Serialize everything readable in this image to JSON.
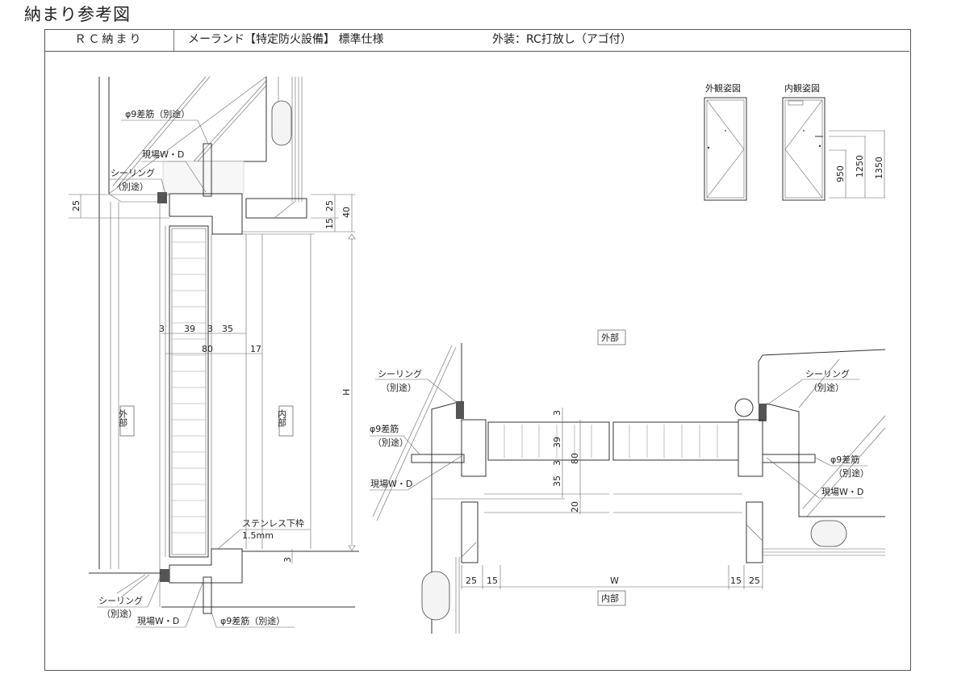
{
  "title": "納まり参考図",
  "header": {
    "col1": "ＲＣ納まり",
    "col2": "メーランド【特定防火設備】 標準仕様",
    "col3": "外装：RC打放し（アゴ付）"
  },
  "elevations": {
    "exterior_label": "外観姿図",
    "interior_label": "内観姿図",
    "dims": [
      "950",
      "1250",
      "1350"
    ]
  },
  "vertical_section": {
    "rebar_top": "φ9差筋（別途）",
    "wd_top": "現場W・D",
    "sealing_top": "シーリング",
    "sealing_top_sub": "（別途）",
    "dim_left_25": "25",
    "dim_right_25": "25",
    "dim_right_15": "15",
    "dim_right_40": "40",
    "dim_row1": [
      "3",
      "39",
      "3",
      "35"
    ],
    "dim_row2": [
      "80",
      "17"
    ],
    "dim_h": "H",
    "exterior": "外部",
    "interior": "内部",
    "sill_label": "ステンレス下枠",
    "sill_thickness": "1.5mm",
    "dim_sill_3": "3",
    "sealing_bottom": "シーリング",
    "sealing_bottom_sub": "（別途）",
    "wd_bottom": "現場W・D",
    "rebar_bottom": "φ9差筋（別途）"
  },
  "plan_section": {
    "exterior": "外部",
    "interior": "内部",
    "sealing_left": "シーリング",
    "sealing_left_sub": "（別途）",
    "rebar_left": "φ9差筋",
    "rebar_left_sub": "（別途）",
    "wd_left": "現場W・D",
    "sealing_right": "シーリング",
    "sealing_right_sub": "（別途）",
    "rebar_right": "φ9差筋",
    "rebar_right_sub": "（別途）",
    "wd_right": "現場W・D",
    "dims_vertical": [
      "3",
      "39",
      "3",
      "80",
      "35",
      "20"
    ],
    "dims_bottom": [
      "25",
      "15",
      "W",
      "15",
      "25"
    ]
  }
}
